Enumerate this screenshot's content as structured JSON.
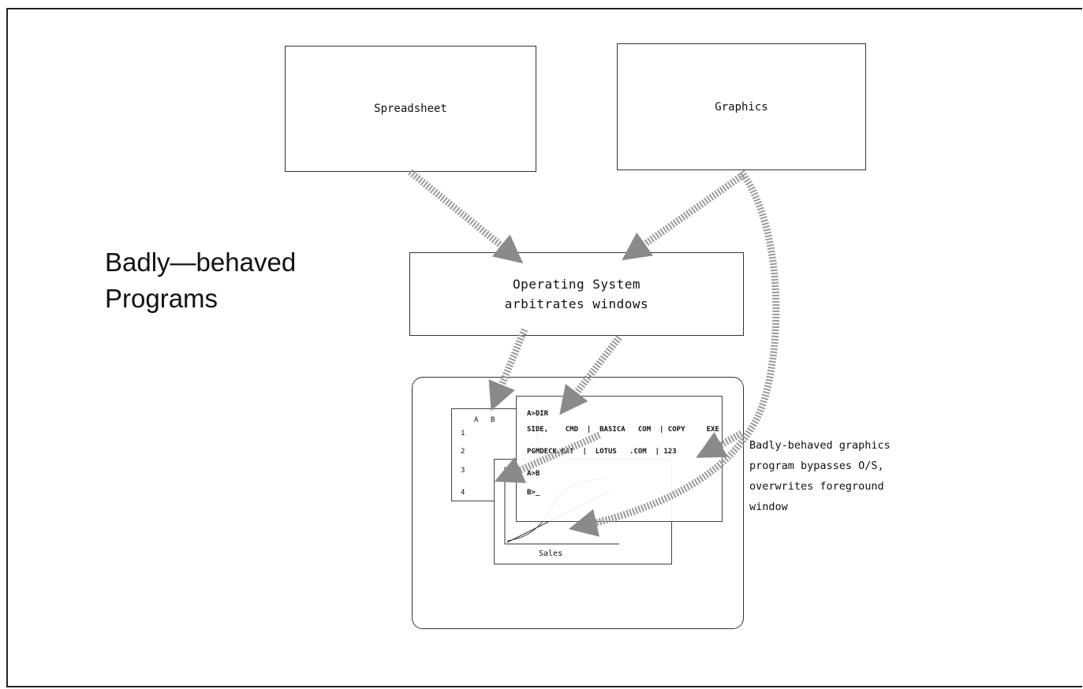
{
  "title": {
    "line1": "Badly—behaved",
    "line2": "Programs"
  },
  "boxes": {
    "spreadsheet": "Spreadsheet",
    "graphics": "Graphics",
    "os_line1": "Operating System",
    "os_line2": "arbitrates windows"
  },
  "spreadsheet_window": {
    "col_a": "A",
    "col_b": "B",
    "rows": [
      "1",
      "2",
      "3",
      "4"
    ]
  },
  "dos_window": {
    "line1": "A>DIR",
    "line2": "SIDE,    CMD  |  BASICA   COM  | COPY     EXE",
    "line3": "PGMDECK.BAT  |  LOTUS   .COM  | 123      .EXE",
    "line4": "A>B",
    "line5": "B>_"
  },
  "chart_window": {
    "label": "Sales"
  },
  "caption": {
    "line1": "Badly-behaved graphics",
    "line2": "program bypasses O/S,",
    "line3": "overwrites foreground",
    "line4": "window"
  }
}
